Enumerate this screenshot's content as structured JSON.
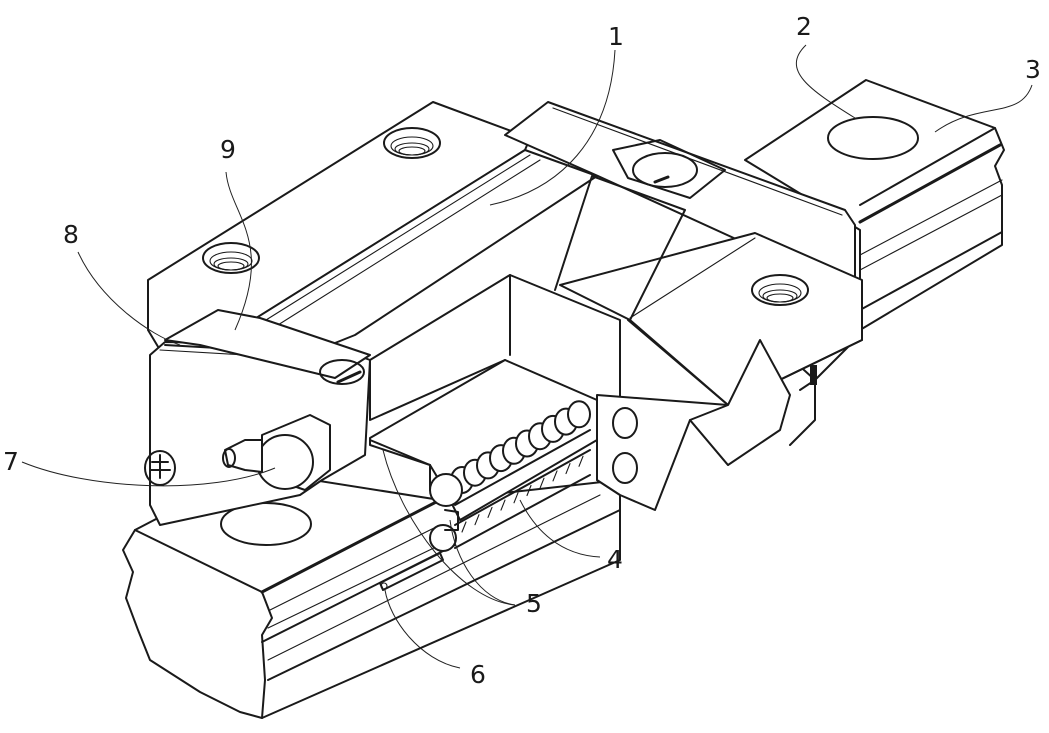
{
  "figure": {
    "subject": "linear-guide-carriage",
    "line_color": "#1a1a1a",
    "background": "#ffffff",
    "callouts": [
      {
        "id": "1",
        "label": "1",
        "part": "carriage-body"
      },
      {
        "id": "2",
        "label": "2",
        "part": "rail-mounting-hole"
      },
      {
        "id": "3",
        "label": "3",
        "part": "guide-rail"
      },
      {
        "id": "4",
        "label": "4",
        "part": "ball-retainer"
      },
      {
        "id": "5",
        "label": "5",
        "part": "ball-rows"
      },
      {
        "id": "6",
        "label": "6",
        "part": "retainer-wire"
      },
      {
        "id": "7",
        "label": "7",
        "part": "grease-nipple"
      },
      {
        "id": "8",
        "label": "8",
        "part": "end-cap"
      },
      {
        "id": "9",
        "label": "9",
        "part": "end-seal"
      }
    ]
  }
}
